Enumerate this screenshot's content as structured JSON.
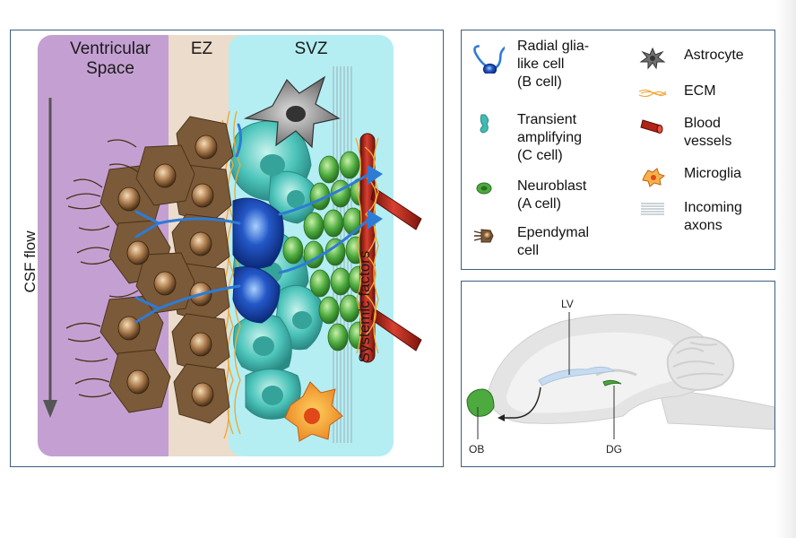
{
  "main": {
    "zones": {
      "ventricular": "Ventricular Space",
      "ez": "EZ",
      "svz": "SVZ"
    },
    "csf_label": "CSF flow",
    "systemic_label": "Systemic factors"
  },
  "legend": {
    "items": [
      {
        "icon": "radial-glia-icon",
        "label": "Radial glia-like cell (B cell)"
      },
      {
        "icon": "transient-amplifying-icon",
        "label": "Transient amplifying (C cell)"
      },
      {
        "icon": "neuroblast-icon",
        "label": "Neuroblast (A cell)"
      },
      {
        "icon": "ependymal-icon",
        "label": "Ependymal cell"
      },
      {
        "icon": "astrocyte-icon",
        "label": "Astrocyte"
      },
      {
        "icon": "ecm-icon",
        "label": "ECM"
      },
      {
        "icon": "blood-vessel-icon",
        "label": "Blood vessels"
      },
      {
        "icon": "microglia-icon",
        "label": "Microglia"
      },
      {
        "icon": "incoming-axons-icon",
        "label": "Incoming axons"
      }
    ],
    "lines": {
      "b_cell": [
        "Radial glia-",
        "like cell",
        "(B cell)"
      ],
      "c_cell": [
        "Transient",
        "amplifying",
        "(C cell)"
      ],
      "a_cell": [
        "Neuroblast",
        "(A cell)"
      ],
      "ependymal": [
        "Ependymal",
        "cell"
      ],
      "astrocyte": "Astrocyte",
      "ecm": "ECM",
      "blood": [
        "Blood",
        "vessels"
      ],
      "microglia": "Microglia",
      "axons": [
        "Incoming",
        "axons"
      ]
    }
  },
  "brain": {
    "labels": {
      "lv": "LV",
      "ob": "OB",
      "dg": "DG"
    }
  },
  "colors": {
    "panel_border": "#3e5f80",
    "ventricle": "#c4a0d2",
    "ez": "#ecdccc",
    "svz": "#b4eef3",
    "ependymal": "#7a5a38",
    "b_cell": "#2e7bd6",
    "c_cell": "#3fbcb4",
    "a_cell": "#4caa3e",
    "vessel": "#b02418",
    "ecm": "#f0a83a",
    "microglia": "#f08a2a"
  }
}
